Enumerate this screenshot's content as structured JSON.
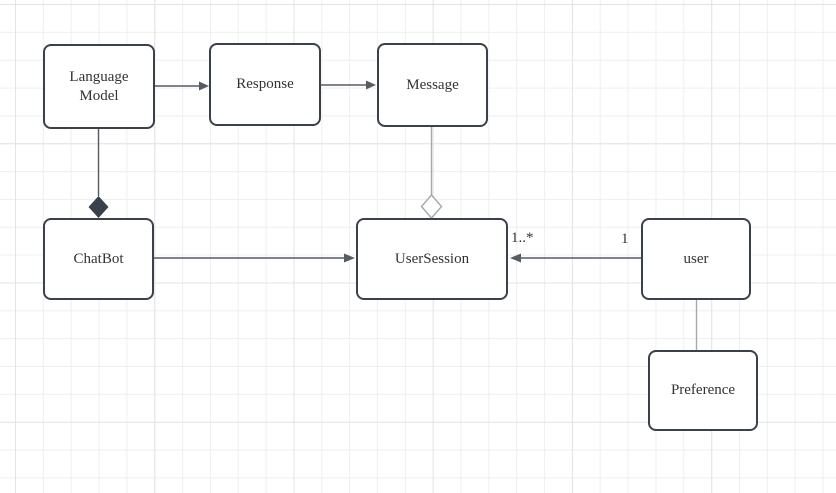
{
  "canvas": {
    "background_color": "#ffffff",
    "grid_minor_color": "#efefef",
    "grid_major_color": "#e4e4e4"
  },
  "colors": {
    "node_border": "#3b414b",
    "node_fill": "#ffffff",
    "text": "#333333",
    "edge_dark": "#565c64",
    "edge_light": "#a8a8a8",
    "composition_diamond_fill": "#3b414b"
  },
  "nodes": {
    "language_model": {
      "label": "Language Model"
    },
    "response": {
      "label": "Response"
    },
    "message": {
      "label": "Message"
    },
    "chatbot": {
      "label": "ChatBot"
    },
    "usersession": {
      "label": "UserSession"
    },
    "user": {
      "label": "user"
    },
    "preference": {
      "label": "Preference"
    }
  },
  "edges": [
    {
      "from": "language_model",
      "to": "response",
      "type": "directed-arrow"
    },
    {
      "from": "response",
      "to": "message",
      "type": "directed-arrow"
    },
    {
      "from": "language_model",
      "to": "chatbot",
      "type": "composition-filled-diamond"
    },
    {
      "from": "message",
      "to": "usersession",
      "type": "aggregation-hollow-diamond"
    },
    {
      "from": "chatbot",
      "to": "usersession",
      "type": "directed-arrow"
    },
    {
      "from": "user",
      "to": "usersession",
      "type": "directed-arrow",
      "source_multiplicity": "1",
      "target_multiplicity": "1..*"
    },
    {
      "from": "user",
      "to": "preference",
      "type": "plain-line"
    }
  ]
}
